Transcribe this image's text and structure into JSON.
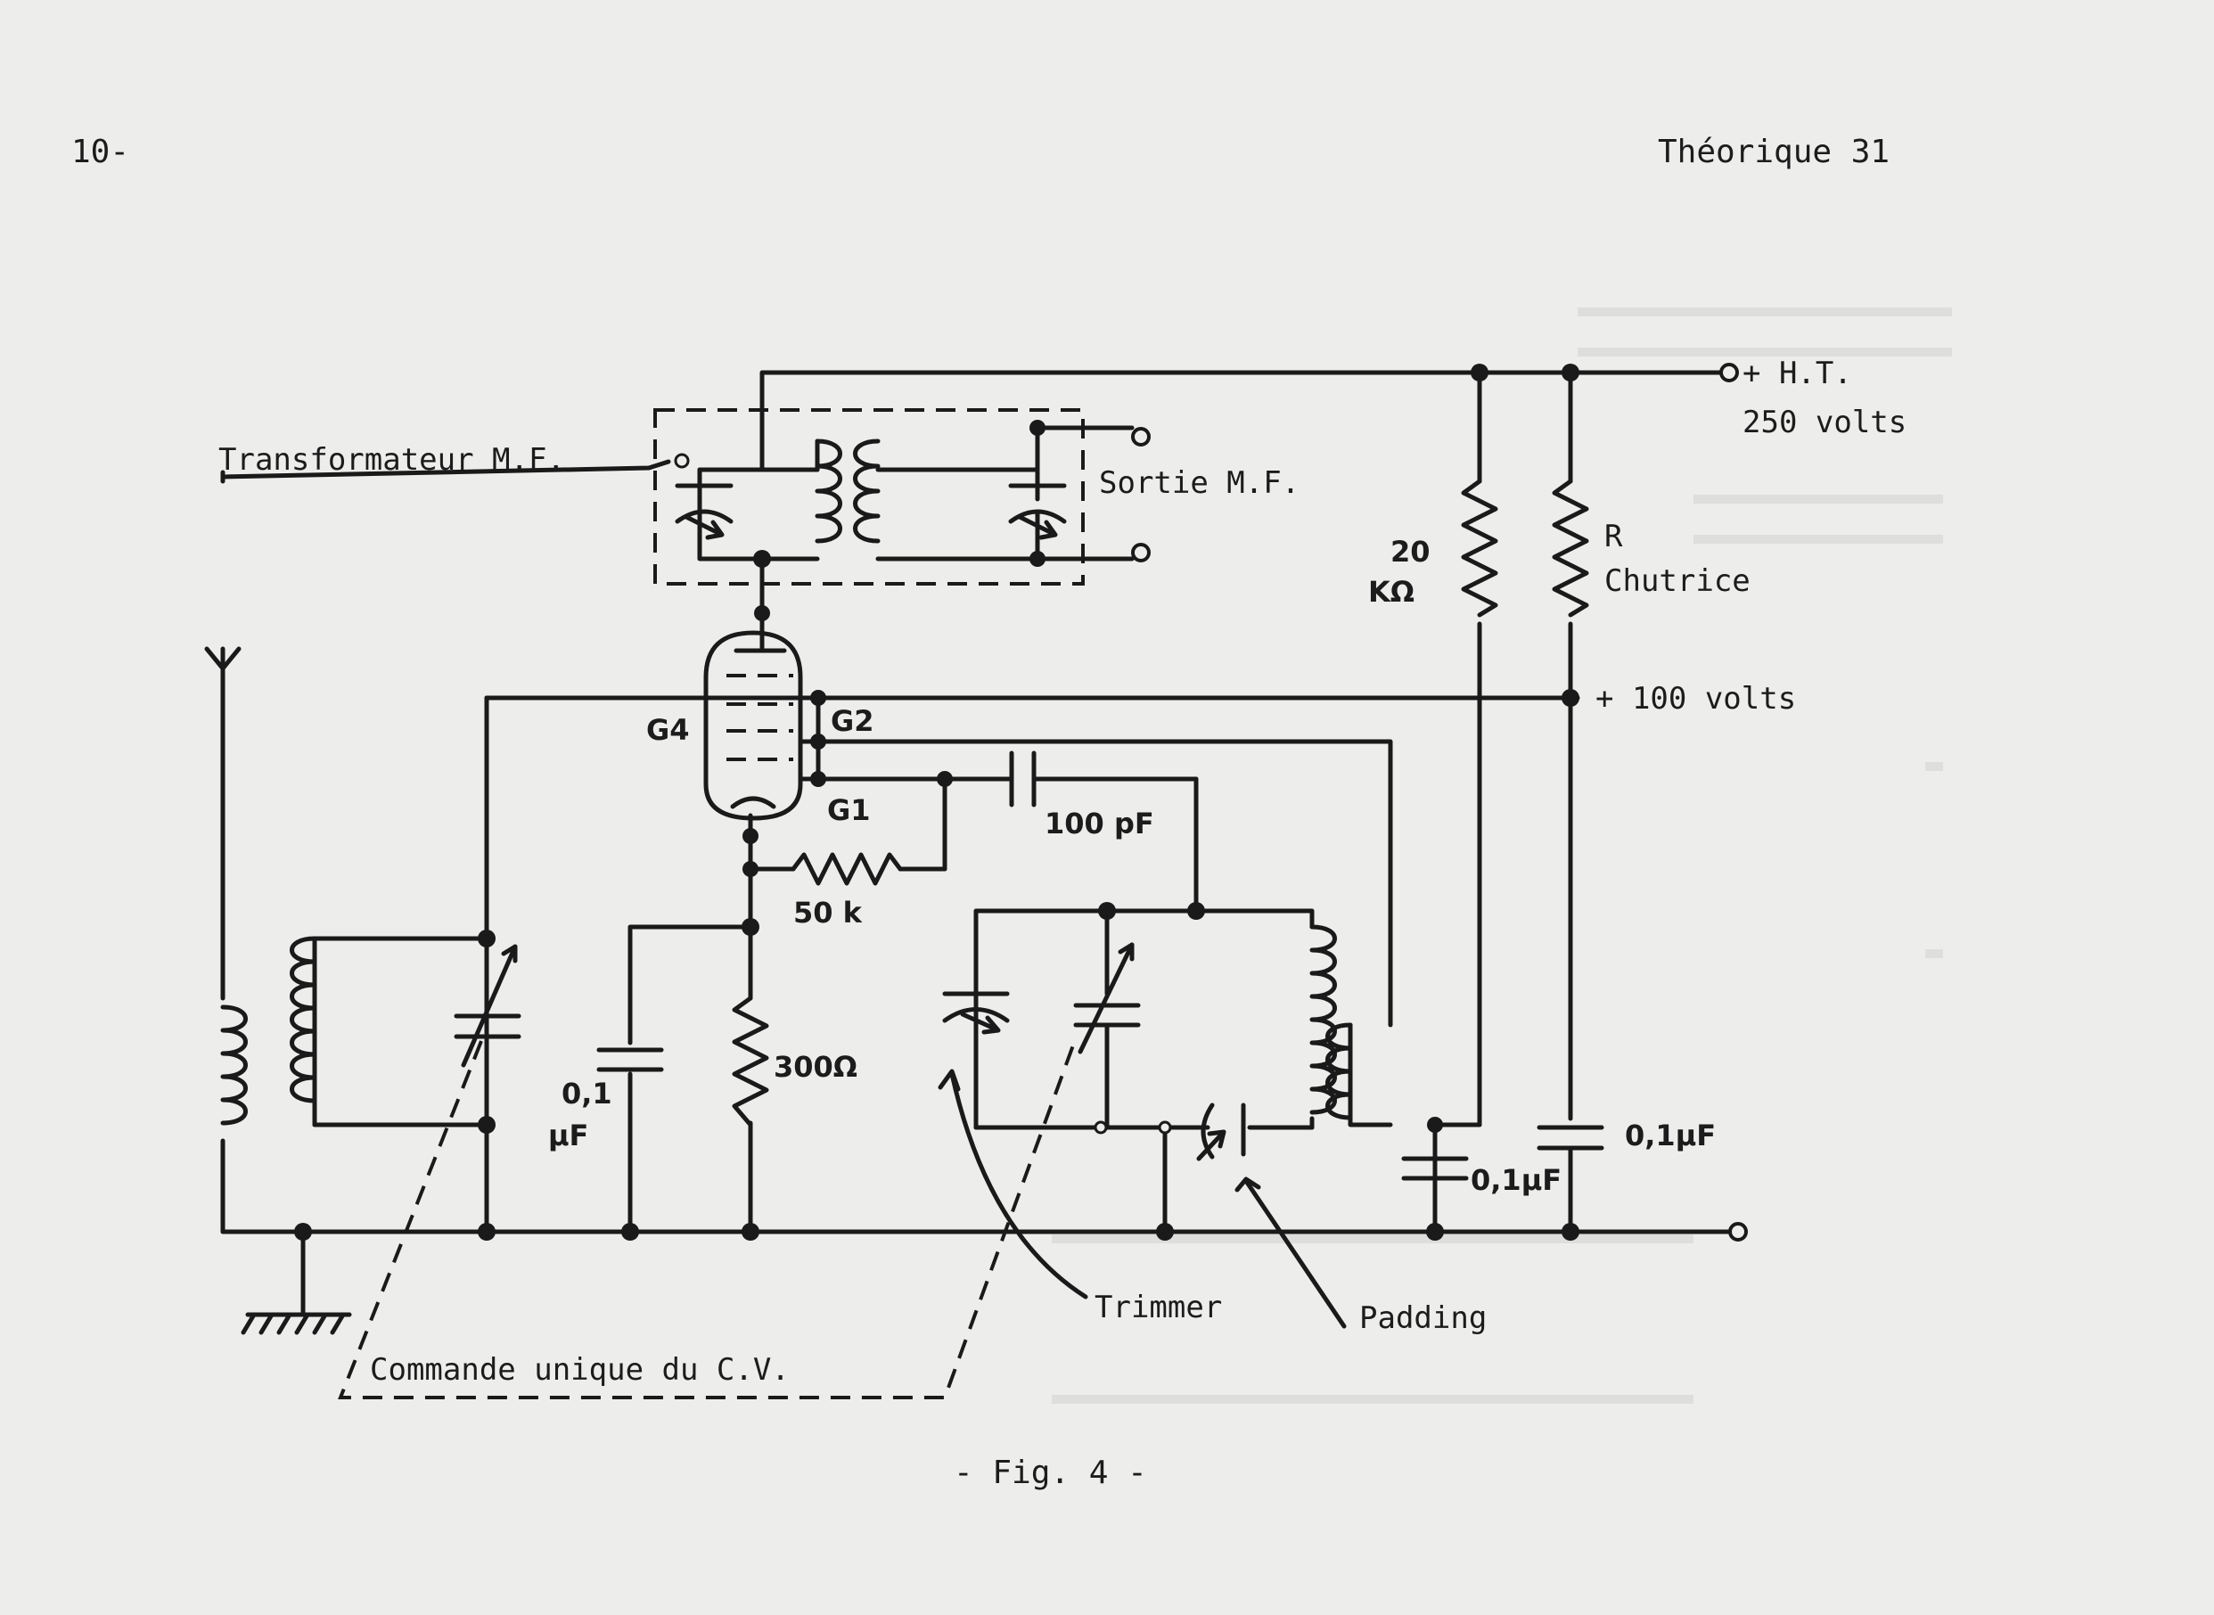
{
  "header": {
    "page_number": "10-",
    "section": "Théorique 31"
  },
  "caption": "- Fig. 4 -",
  "labels": {
    "if_transformer": "Transformateur M.F.",
    "if_output": "Sortie M.F.",
    "ht": "+ H.T.",
    "ht_volts": "250 volts",
    "res_20k_top": "20",
    "res_20k_unit": "KΩ",
    "dropping_r": "R",
    "dropping_r_name": "Chutrice",
    "plus_100": "+ 100 volts",
    "g4": "G4",
    "g2": "G2",
    "g1": "G1",
    "cap_100pf": "100 pF",
    "res_50k": "50 k",
    "res_300": "300Ω",
    "cap_01_top": "0,1",
    "cap_01_unit": "μF",
    "cap_01_mid": "0,1μF",
    "cap_01_right": "0,1μF",
    "trimmer": "Trimmer",
    "padding": "Padding",
    "gang_control": "Commande unique du C.V."
  }
}
